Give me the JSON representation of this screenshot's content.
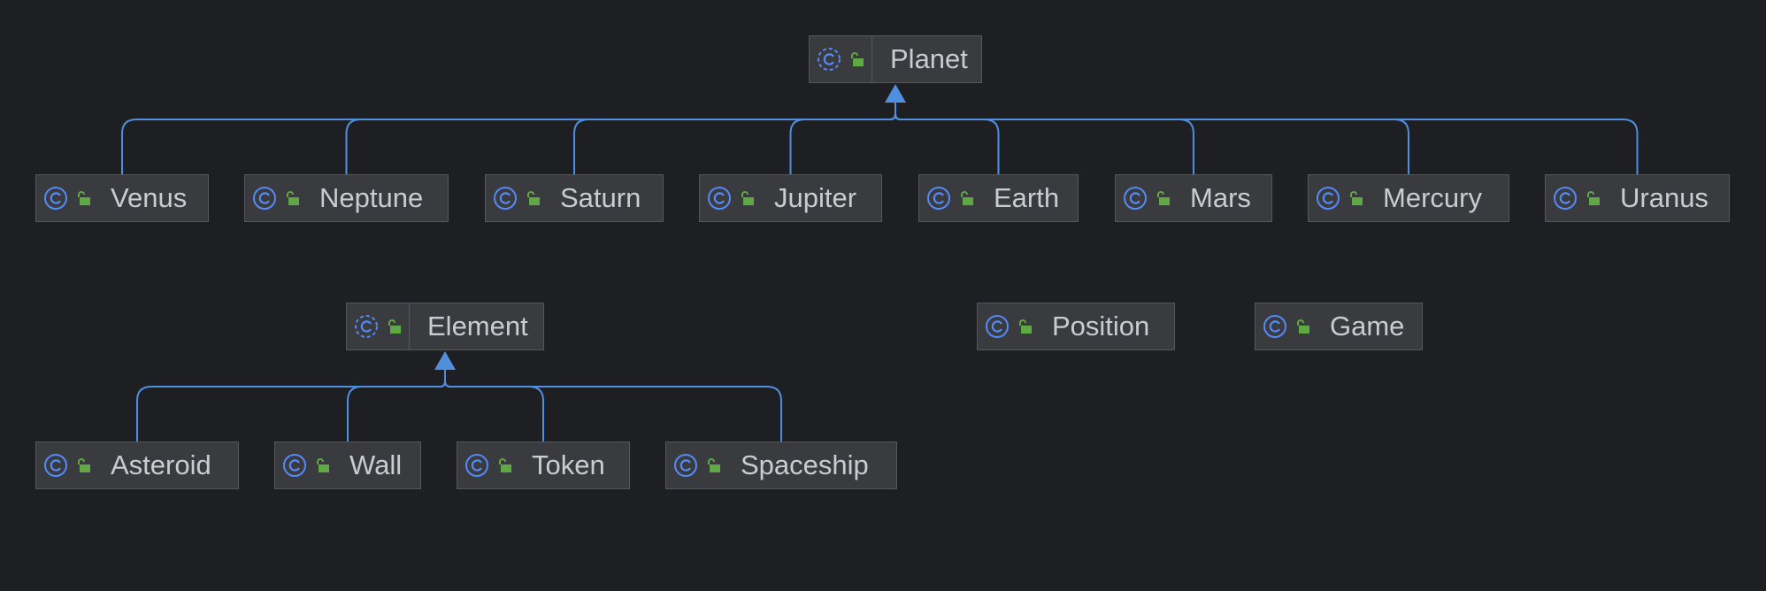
{
  "diagram": {
    "background": "#1e1f22",
    "edge_color": "#4f8fde",
    "icon_colors": {
      "class": "#548af7",
      "lock": "#5fa844"
    },
    "nodes": [
      {
        "id": "planet",
        "label": "Planet",
        "abstract": true
      },
      {
        "id": "venus",
        "label": "Venus"
      },
      {
        "id": "neptune",
        "label": "Neptune"
      },
      {
        "id": "saturn",
        "label": "Saturn"
      },
      {
        "id": "jupiter",
        "label": "Jupiter"
      },
      {
        "id": "earth",
        "label": "Earth"
      },
      {
        "id": "mars",
        "label": "Mars"
      },
      {
        "id": "mercury",
        "label": "Mercury"
      },
      {
        "id": "uranus",
        "label": "Uranus"
      },
      {
        "id": "element",
        "label": "Element",
        "abstract": true
      },
      {
        "id": "position",
        "label": "Position"
      },
      {
        "id": "game",
        "label": "Game"
      },
      {
        "id": "asteroid",
        "label": "Asteroid"
      },
      {
        "id": "wall",
        "label": "Wall"
      },
      {
        "id": "token",
        "label": "Token"
      },
      {
        "id": "spaceship",
        "label": "Spaceship"
      }
    ],
    "inheritance": [
      {
        "parent": "planet",
        "children": [
          "venus",
          "neptune",
          "saturn",
          "jupiter",
          "earth",
          "mars",
          "mercury",
          "uranus"
        ]
      },
      {
        "parent": "element",
        "children": [
          "asteroid",
          "wall",
          "token",
          "spaceship"
        ]
      }
    ]
  }
}
